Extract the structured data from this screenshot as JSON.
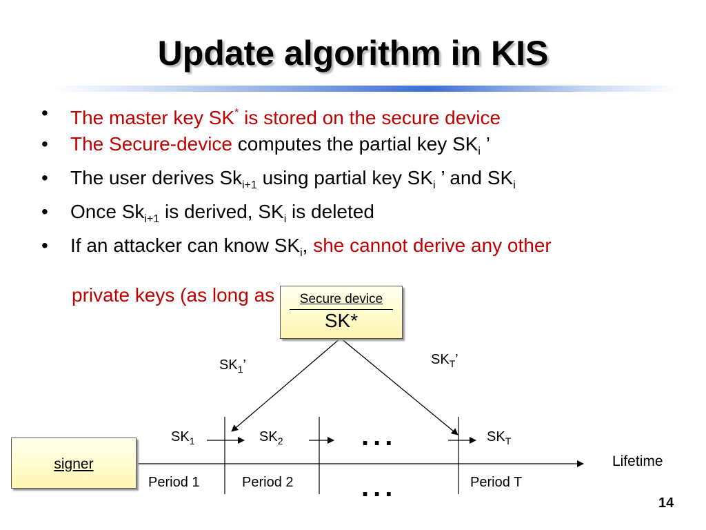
{
  "slide": {
    "title": "Update algorithm in KIS",
    "page_number": "14"
  },
  "bullets": [
    {
      "parts": [
        {
          "t": "The master key SK",
          "red": true
        },
        {
          "t": "*",
          "red": true,
          "sup": true
        },
        {
          "t": " is stored on the secure device",
          "red": true
        }
      ]
    },
    {
      "parts": [
        {
          "t": "The Secure-device",
          "red": true
        },
        {
          "t": " computes the partial key SK"
        },
        {
          "t": "i",
          "sub": true
        },
        {
          "t": " ’"
        }
      ]
    },
    {
      "parts": [
        {
          "t": "The user derives Sk"
        },
        {
          "t": "i+1",
          "sub": true
        },
        {
          "t": " using partial key SK"
        },
        {
          "t": "i",
          "sub": true
        },
        {
          "t": " ’ and SK"
        },
        {
          "t": "i",
          "sub": true
        }
      ]
    },
    {
      "parts": [
        {
          "t": "Once Sk"
        },
        {
          "t": "i+1",
          "sub": true
        },
        {
          "t": " is derived, SK"
        },
        {
          "t": "i",
          "sub": true
        },
        {
          "t": " is deleted"
        }
      ]
    },
    {
      "parts": [
        {
          "t": "If an attacker can know SK"
        },
        {
          "t": "i",
          "sub": true
        },
        {
          "t": ", "
        },
        {
          "t": "she cannot derive any other",
          "red": true
        }
      ]
    }
  ],
  "bullet_continuation": "private keys (as long as SK* is secure)",
  "diagram": {
    "secure_device": {
      "label": "Secure device",
      "key": "SK*"
    },
    "signer": {
      "label": "signer"
    },
    "partial_keys": {
      "first": {
        "base": "SK",
        "sub": "1",
        "suffix": "’"
      },
      "last": {
        "base": "SK",
        "sub": "T",
        "suffix": "’"
      }
    },
    "period_keys": [
      {
        "base": "SK",
        "sub": "1"
      },
      {
        "base": "SK",
        "sub": "2"
      },
      {
        "base": "SK",
        "sub": "T"
      }
    ],
    "periods": [
      "Period 1",
      "Period 2",
      "Period T"
    ],
    "ellipsis": "...",
    "lifetime_label": "Lifetime"
  },
  "colors": {
    "accent_red": "#c00000",
    "box_fill": "#fffdd0",
    "rule_blue": "#3e6fd4"
  }
}
